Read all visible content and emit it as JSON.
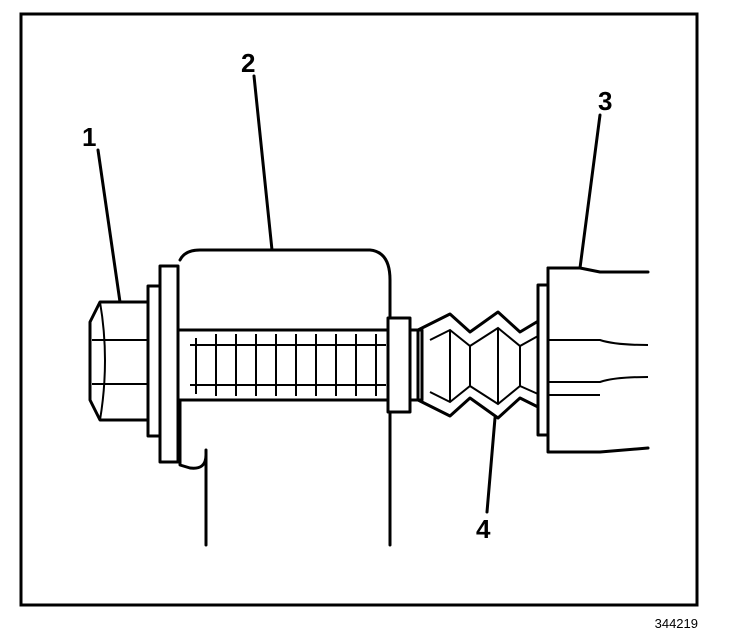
{
  "callouts": {
    "label_1": "1",
    "label_2": "2",
    "label_3": "3",
    "label_4": "4"
  },
  "figure_id": "344219"
}
